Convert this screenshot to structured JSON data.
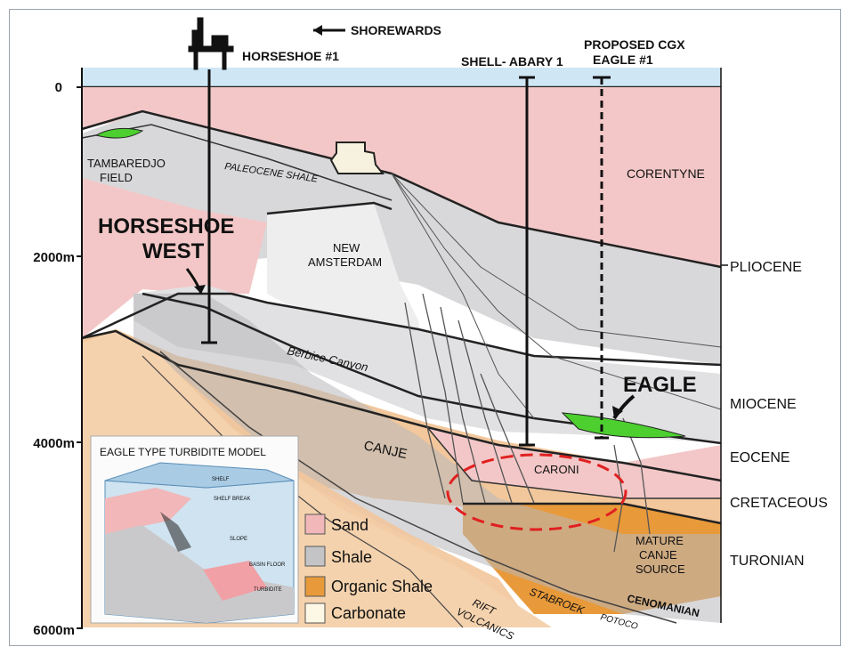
{
  "header": {
    "shorewards": "SHOREWARDS",
    "horseshoe1": "HORSESHOE #1",
    "shell_abary": "SHELL- ABARY 1",
    "proposed_line1": "PROPOSED CGX",
    "proposed_line2": "EAGLE #1"
  },
  "depth_axis": {
    "ticks": [
      "0",
      "2000m",
      "4000m",
      "6000m"
    ]
  },
  "ages": [
    "PLIOCENE",
    "MIOCENE",
    "EOCENE",
    "CRETACEOUS",
    "TURONIAN"
  ],
  "units": {
    "tambaredjo_1": "TAMBAREDJO",
    "tambaredjo_2": "FIELD",
    "paleocene": "PALEOCENE SHALE",
    "corentyne": "CORENTYNE",
    "horseshoe_west_1": "HORSESHOE",
    "horseshoe_west_2": "WEST",
    "new_amsterdam_1": "NEW",
    "new_amsterdam_2": "AMSTERDAM",
    "berbice": "Berbice Canyon",
    "canje": "CANJE",
    "caroni": "CARONI",
    "eagle": "EAGLE",
    "mature_1": "MATURE",
    "mature_2": "CANJE",
    "mature_3": "SOURCE",
    "rift_1": "RIFT",
    "rift_2": "VOLCANICS",
    "stabroek": "STABROEK",
    "potoco": "POTOCO",
    "cenomanian": "CENOMANIAN"
  },
  "inset": {
    "title": "EAGLE TYPE TURBIDITE MODEL",
    "shelf": "SHELF",
    "shelf_break": "SHELF BREAK",
    "slope": "SLOPE",
    "basin_floor": "BASIN FLOOR",
    "turbidite": "TURBIDITE"
  },
  "legend": [
    {
      "label": "Sand",
      "color": "#f1b7b9"
    },
    {
      "label": "Shale",
      "color": "#c4c4c6"
    },
    {
      "label": "Organic Shale",
      "color": "#e89a3a"
    },
    {
      "label": "Carbonate",
      "color": "#fdf8e6"
    }
  ],
  "colors": {
    "sea": "#cfe7f5",
    "sand": "#f0c9c9",
    "shale": "#d6d6d8",
    "organic": "#e89a3a",
    "canje": "#f2c79c",
    "reservoir": "#4ccf2f",
    "target": "#e02020"
  }
}
